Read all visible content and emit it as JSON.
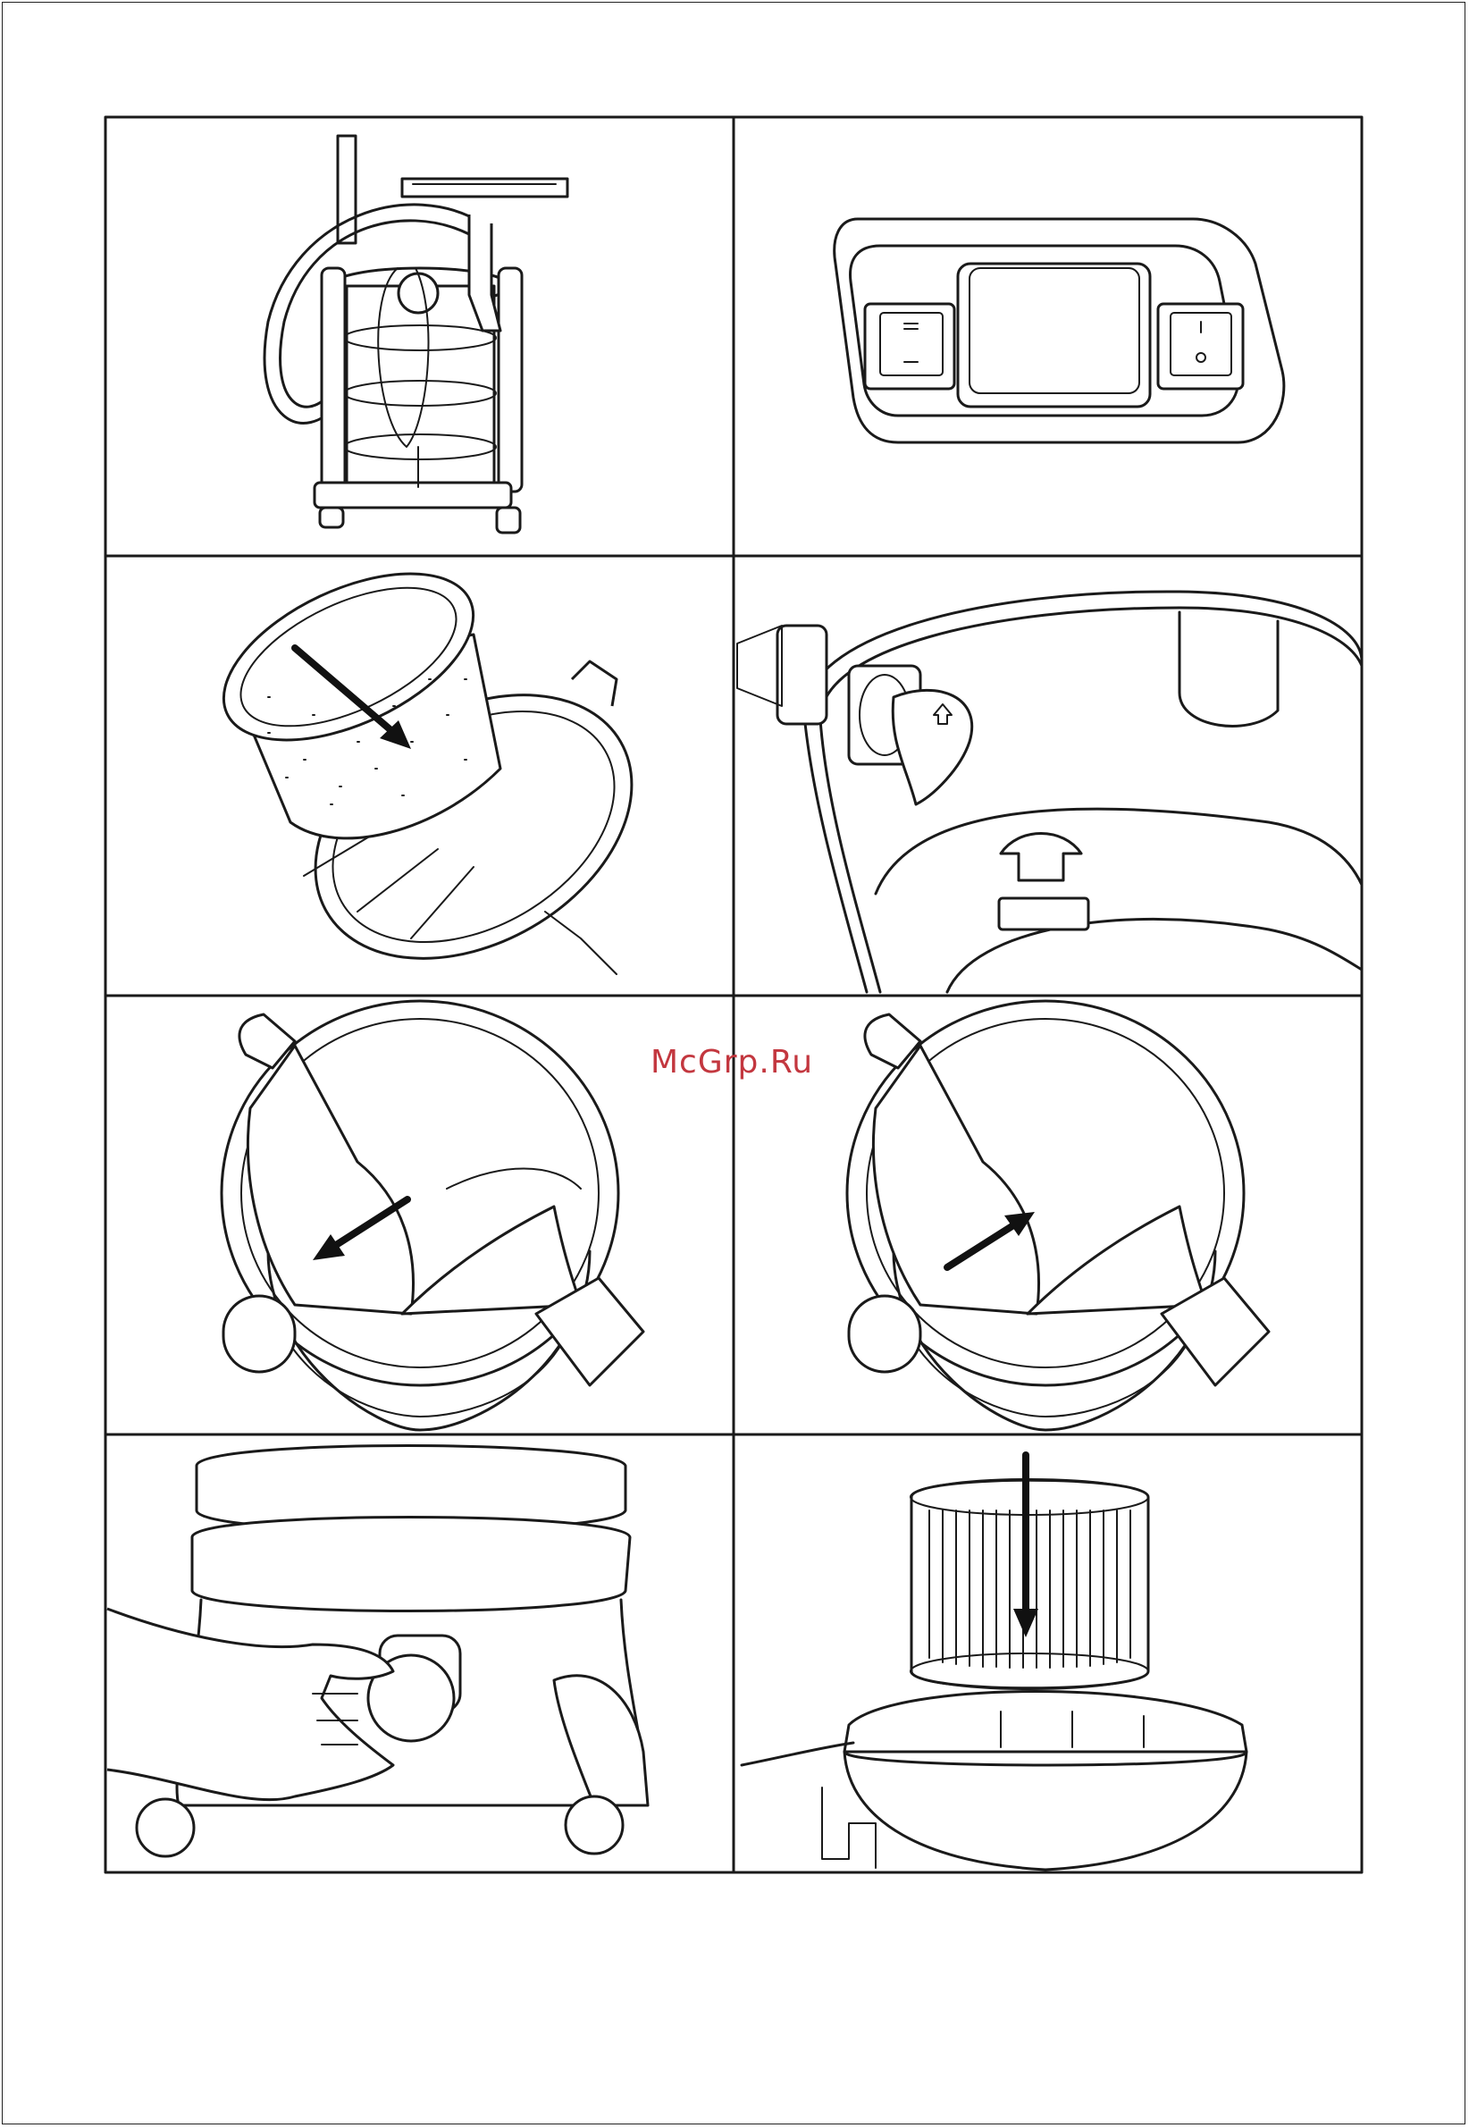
{
  "watermark": {
    "text": "McGrp.Ru",
    "color": "#c3373f"
  },
  "figures": [
    {
      "row": 1,
      "col": 1,
      "subject": "vacuum-cleaner-overview-icon"
    },
    {
      "row": 1,
      "col": 2,
      "subject": "switch-panel-icon"
    },
    {
      "row": 2,
      "col": 1,
      "subject": "foam-filter-install-icon"
    },
    {
      "row": 2,
      "col": 2,
      "subject": "inlet-flap-icon"
    },
    {
      "row": 3,
      "col": 1,
      "subject": "dust-bag-remove-icon"
    },
    {
      "row": 3,
      "col": 2,
      "subject": "dust-bag-insert-icon"
    },
    {
      "row": 4,
      "col": 1,
      "subject": "hose-connect-hand-icon"
    },
    {
      "row": 4,
      "col": 2,
      "subject": "cartridge-filter-install-icon"
    }
  ]
}
